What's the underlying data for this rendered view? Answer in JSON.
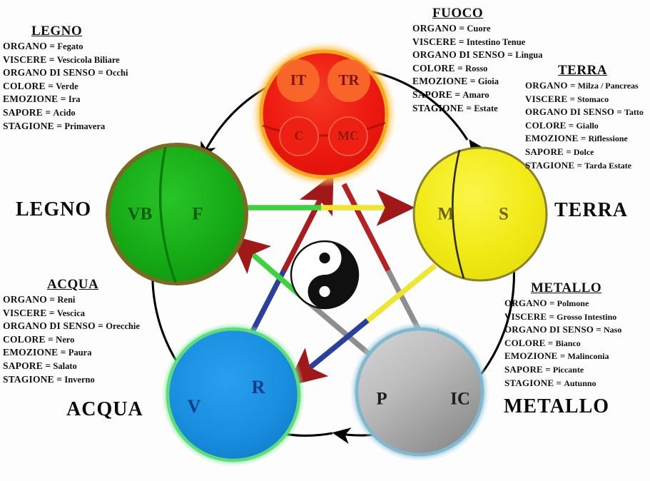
{
  "diagram": {
    "title_center_symbol": "yin-yang",
    "elements": [
      {
        "id": "legno",
        "name": "LEGNO",
        "color": "#18b018",
        "border_color": "#7a6a22",
        "organs": [
          "VB",
          "F"
        ],
        "info": {
          "title": "LEGNO",
          "rows": [
            {
              "key": "ORGANO",
              "value": "Fegato"
            },
            {
              "key": "VISCERE",
              "value": "Vescicola Biliare"
            },
            {
              "key": "ORGANO DI SENSO",
              "value": "Occhi"
            },
            {
              "key": "COLORE",
              "value": "Verde"
            },
            {
              "key": "EMOZIONE",
              "value": "Ira"
            },
            {
              "key": "SAPORE",
              "value": "Acido"
            },
            {
              "key": "STAGIONE",
              "value": "Primavera"
            }
          ]
        }
      },
      {
        "id": "fuoco",
        "name": "FUOCO",
        "color": "#ec1b13",
        "border_color": "#f4a81d",
        "organs": [
          "IT",
          "TR",
          "C",
          "MC"
        ],
        "info": {
          "title": "FUOCO",
          "rows": [
            {
              "key": "ORGANO",
              "value": "Cuore"
            },
            {
              "key": "VISCERE",
              "value": "Intestino Tenue"
            },
            {
              "key": "ORGANO DI SENSO",
              "value": "Lingua"
            },
            {
              "key": "COLORE",
              "value": "Rosso"
            },
            {
              "key": "EMOZIONE",
              "value": "Gioia"
            },
            {
              "key": "SAPORE",
              "value": "Amaro"
            },
            {
              "key": "STAGIONE",
              "value": "Estate"
            }
          ]
        }
      },
      {
        "id": "terra",
        "name": "TERRA",
        "color": "#f2ea16",
        "border_color": "#8a8226",
        "organs": [
          "M",
          "S"
        ],
        "info": {
          "title": "TERRA",
          "rows": [
            {
              "key": "ORGANO",
              "value": "Milza / Pancreas"
            },
            {
              "key": "VISCERE",
              "value": "Stomaco"
            },
            {
              "key": "ORGANO DI SENSO",
              "value": "Tatto"
            },
            {
              "key": "COLORE",
              "value": "Giallo"
            },
            {
              "key": "EMOZIONE",
              "value": "Riflessione"
            },
            {
              "key": "SAPORE",
              "value": "Dolce"
            },
            {
              "key": "STAGIONE",
              "value": "Tarda Estate"
            }
          ]
        }
      },
      {
        "id": "metallo",
        "name": "METALLO",
        "color": "#a8a8a8",
        "border_color": "#7fb9cf",
        "organs": [
          "P",
          "IC"
        ],
        "info": {
          "title": "METALLO",
          "rows": [
            {
              "key": "ORGANO",
              "value": "Polmone"
            },
            {
              "key": "VISCERE",
              "value": "Grosso Intestino"
            },
            {
              "key": "ORGANO DI SENSO",
              "value": "Naso"
            },
            {
              "key": "COLORE",
              "value": "Bianco"
            },
            {
              "key": "EMOZIONE",
              "value": "Malinconia"
            },
            {
              "key": "SAPORE",
              "value": "Piccante"
            },
            {
              "key": "STAGIONE",
              "value": "Autunno"
            }
          ]
        }
      },
      {
        "id": "acqua",
        "name": "ACQUA",
        "color": "#1a8fe0",
        "border_color": "#5ddc7a",
        "organs": [
          "V",
          "R"
        ],
        "info": {
          "title": "ACQUA",
          "rows": [
            {
              "key": "ORGANO",
              "value": "Reni"
            },
            {
              "key": "VISCERE",
              "value": "Vescica"
            },
            {
              "key": "ORGANO DI SENSO",
              "value": "Orecchie"
            },
            {
              "key": "COLORE",
              "value": "Nero"
            },
            {
              "key": "EMOZIONE",
              "value": "Paura"
            },
            {
              "key": "SAPORE",
              "value": "Salato"
            },
            {
              "key": "STAGIONE",
              "value": "Inverno"
            }
          ]
        }
      }
    ],
    "ko_cycle_arrows": [
      {
        "from": "acqua",
        "to": "fuoco",
        "from_color": "#2b3f9e",
        "to_color": "#a81e1e"
      },
      {
        "from": "fuoco",
        "to": "metallo",
        "from_color": "#b52020",
        "to_color": "#8e8e8e"
      },
      {
        "from": "metallo",
        "to": "legno",
        "from_color": "#8e8e8e",
        "to_color": "#3fd23f"
      },
      {
        "from": "legno",
        "to": "terra",
        "from_color": "#3fd23f",
        "to_color": "#f0e632"
      },
      {
        "from": "terra",
        "to": "acqua",
        "from_color": "#f0e632",
        "to_color": "#2b3f9e"
      }
    ],
    "sheng_cycle": {
      "stroke_color": "#000000",
      "description": "outer-black-circle-with-arrowheads"
    }
  }
}
